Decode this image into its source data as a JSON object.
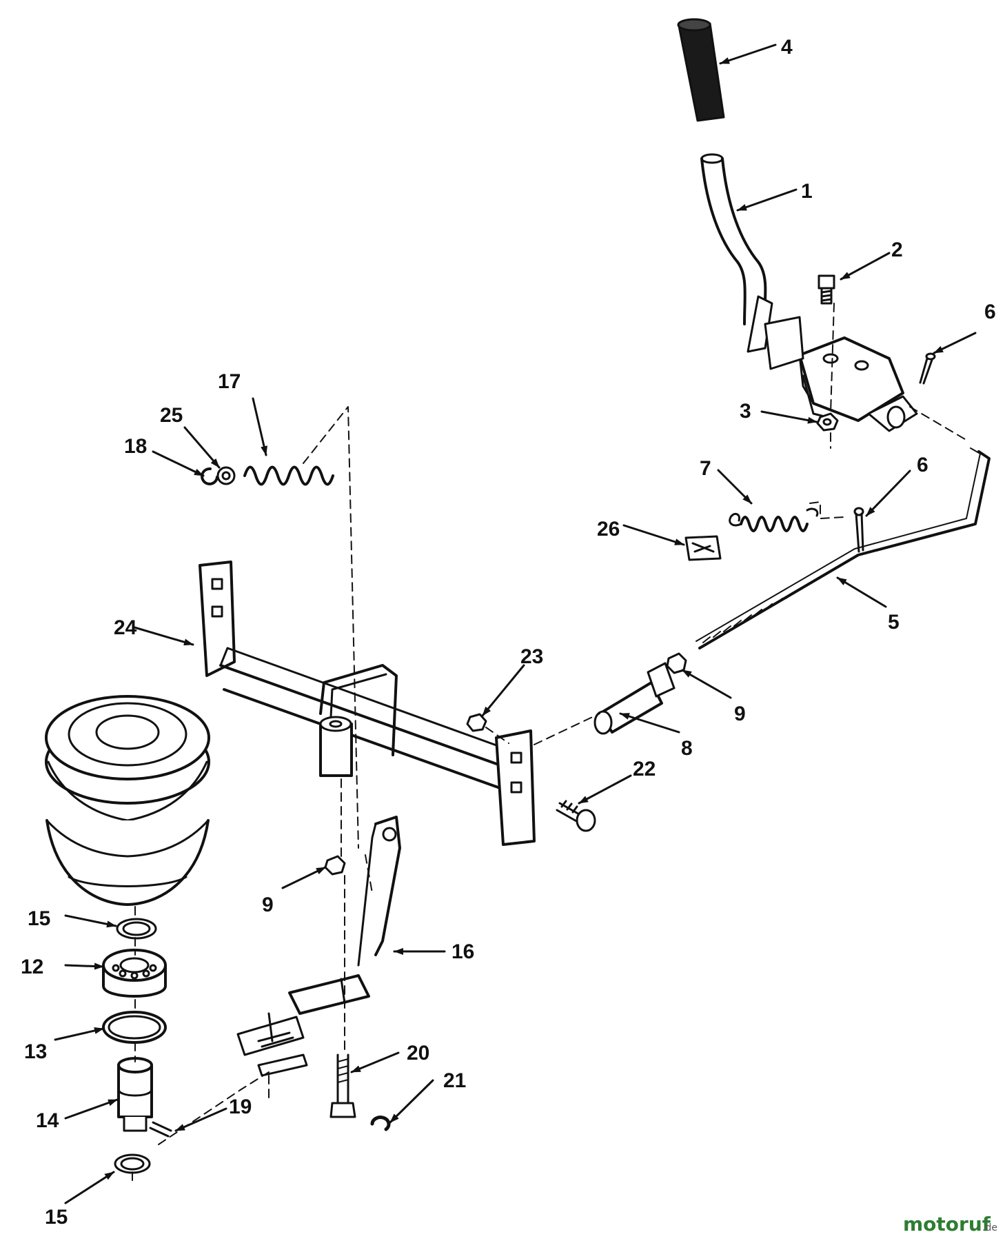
{
  "callouts": [
    {
      "id": "c4",
      "text": "4"
    },
    {
      "id": "c1",
      "text": "1"
    },
    {
      "id": "c2",
      "text": "2"
    },
    {
      "id": "c6a",
      "text": "6"
    },
    {
      "id": "c3",
      "text": "3"
    },
    {
      "id": "c17",
      "text": "17"
    },
    {
      "id": "c25",
      "text": "25"
    },
    {
      "id": "c18",
      "text": "18"
    },
    {
      "id": "c7",
      "text": "7"
    },
    {
      "id": "c6b",
      "text": "6"
    },
    {
      "id": "c26",
      "text": "26"
    },
    {
      "id": "c5",
      "text": "5"
    },
    {
      "id": "c24",
      "text": "24"
    },
    {
      "id": "c23",
      "text": "23"
    },
    {
      "id": "c9a",
      "text": "9"
    },
    {
      "id": "c8",
      "text": "8"
    },
    {
      "id": "c22",
      "text": "22"
    },
    {
      "id": "c9b",
      "text": "9"
    },
    {
      "id": "c15a",
      "text": "15"
    },
    {
      "id": "c16",
      "text": "16"
    },
    {
      "id": "c12",
      "text": "12"
    },
    {
      "id": "c13",
      "text": "13"
    },
    {
      "id": "c20",
      "text": "20"
    },
    {
      "id": "c21",
      "text": "21"
    },
    {
      "id": "c14",
      "text": "14"
    },
    {
      "id": "c19",
      "text": "19"
    },
    {
      "id": "c15b",
      "text": "15"
    }
  ],
  "watermark": {
    "brand": "motoruf",
    "suffix": ".de",
    "color": "#2e7d32"
  }
}
